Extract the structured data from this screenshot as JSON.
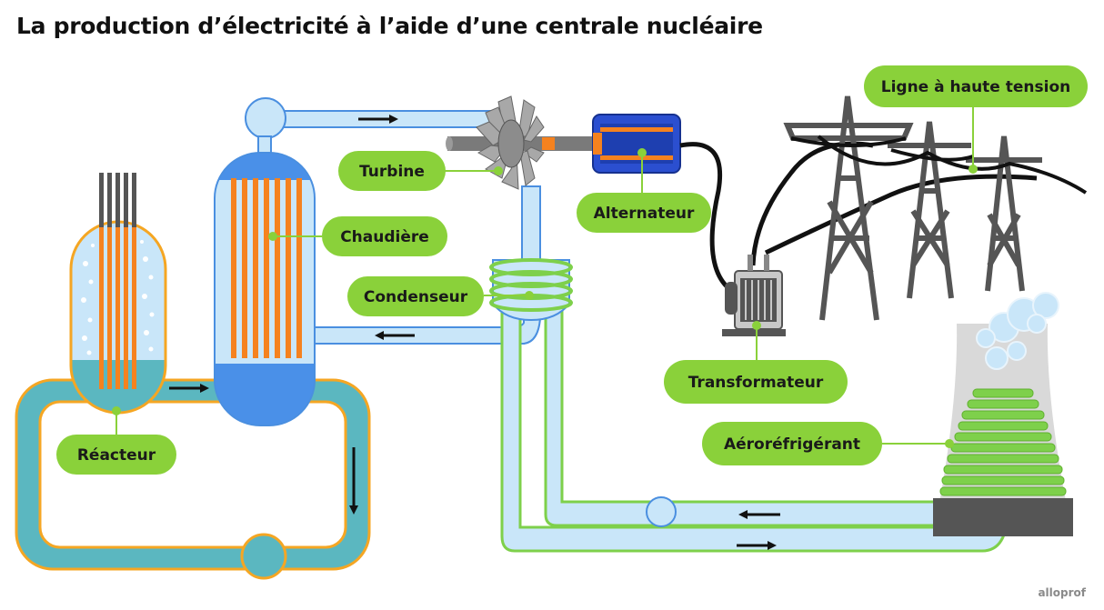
{
  "title": "La production d’électricité à l’aide d’une centrale nucléaire",
  "labels": {
    "reacteur": "Réacteur",
    "chaudiere": "Chaudière",
    "turbine": "Turbine",
    "condenseur": "Condenseur",
    "alternateur": "Alternateur",
    "transformateur": "Transformateur",
    "aerorefrigerant": "Aéroréfrigérant",
    "ligne": "Ligne à haute tension"
  },
  "brand": "alloprof",
  "colors": {
    "label_fill": "#8ad13a",
    "primary_loop": "#5bb7c0",
    "loop_border": "#f5a623",
    "steam_pipe": "#c9e6f9",
    "steam_border": "#4a8fe0",
    "cooling_border": "#7ed04b",
    "fuel_rods": "#f5821f",
    "vessel_blue": "#4a90e8",
    "alternator": "#2b4fd0",
    "pylon": "#555555"
  }
}
